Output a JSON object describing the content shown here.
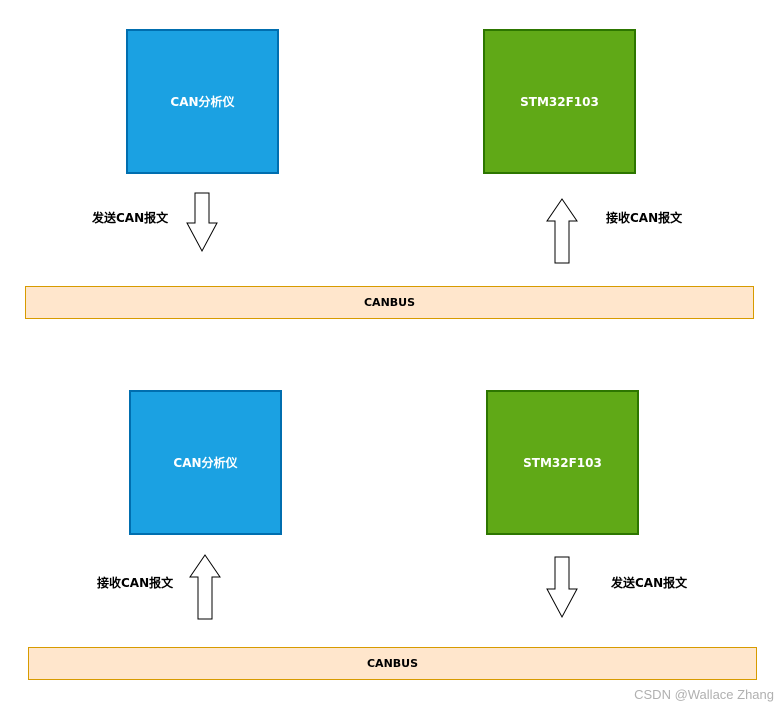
{
  "top": {
    "analyzer_label": "CAN分析仪",
    "mcu_label": "STM32F103",
    "left_arrow_label": "发送CAN报文",
    "right_arrow_label": "接收CAN报文",
    "bus_label": "CANBUS"
  },
  "bottom": {
    "analyzer_label": "CAN分析仪",
    "mcu_label": "STM32F103",
    "left_arrow_label": "接收CAN报文",
    "right_arrow_label": "发送CAN报文",
    "bus_label": "CANBUS"
  },
  "watermark": "CSDN @Wallace  Zhang",
  "colors": {
    "analyzer_fill": "#1ba1e2",
    "analyzer_stroke": "#006eaf",
    "mcu_fill": "#60a917",
    "mcu_stroke": "#2d7600",
    "bus_fill": "#ffe6cc",
    "bus_stroke": "#d79b00"
  },
  "arrows": {
    "top_left": "down",
    "top_right": "up",
    "bottom_left": "up",
    "bottom_right": "down"
  }
}
